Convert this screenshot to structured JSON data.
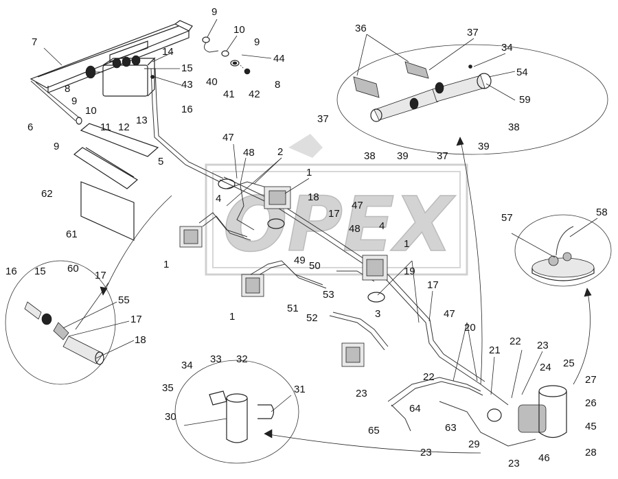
{
  "watermark": {
    "text": "OPEX",
    "color": "#d6d6d6"
  },
  "callouts": {
    "top_left": [
      "9",
      "10",
      "9",
      "44",
      "40",
      "41",
      "42",
      "8"
    ],
    "radiator": [
      "7",
      "14",
      "15",
      "43",
      "8",
      "9",
      "10",
      "11",
      "12",
      "13",
      "16",
      "6",
      "9",
      "5",
      "62",
      "61"
    ],
    "top_right_detail": [
      "36",
      "37",
      "34",
      "54",
      "59",
      "37",
      "38",
      "39",
      "37",
      "38",
      "39"
    ],
    "center": [
      "47",
      "48",
      "2",
      "1",
      "18",
      "4",
      "17",
      "47",
      "48",
      "4",
      "1",
      "1",
      "49",
      "50",
      "51",
      "53",
      "52",
      "1",
      "19",
      "17",
      "47",
      "3",
      "20"
    ],
    "left_detail": [
      "16",
      "15",
      "60",
      "17",
      "55",
      "17",
      "18"
    ],
    "bottom_detail": [
      "34",
      "33",
      "32",
      "35",
      "31",
      "30"
    ],
    "bottom_right": [
      "21",
      "22",
      "23",
      "24",
      "25",
      "27",
      "26",
      "45",
      "22",
      "23",
      "64",
      "63",
      "65",
      "23",
      "29",
      "23",
      "46",
      "28",
      "57",
      "58"
    ]
  }
}
